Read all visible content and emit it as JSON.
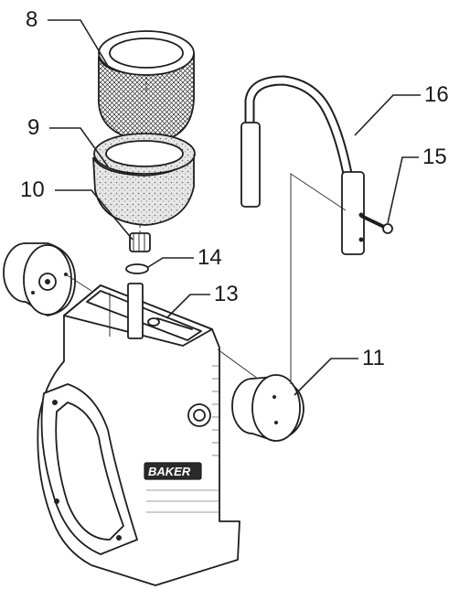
{
  "diagram": {
    "brand_label": "BAKER",
    "callouts": [
      {
        "id": "8",
        "label": "8"
      },
      {
        "id": "9",
        "label": "9"
      },
      {
        "id": "10",
        "label": "10"
      },
      {
        "id": "14",
        "label": "14"
      },
      {
        "id": "13",
        "label": "13"
      },
      {
        "id": "16",
        "label": "16"
      },
      {
        "id": "15",
        "label": "15"
      },
      {
        "id": "11",
        "label": "11"
      }
    ]
  }
}
